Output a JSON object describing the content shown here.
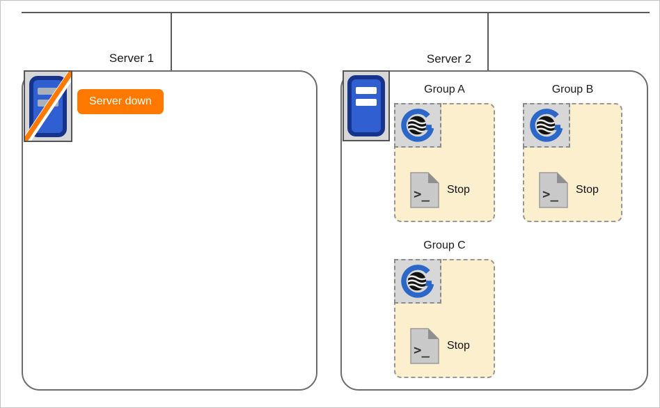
{
  "colors": {
    "connector_line": "#5a5a5a",
    "box_border": "#6b6b6b",
    "alert_orange": "#ff7800",
    "server_blue": "#2f5fd0",
    "server_blue_border": "#16348c",
    "group_background": "#fcefcd",
    "tile_background": "#d7d7d7",
    "logo_blue": "#2b66c9"
  },
  "network": {
    "server1": {
      "label": "Server 1",
      "status": "Server down"
    },
    "server2": {
      "label": "Server 2",
      "groups": [
        {
          "label": "Group A",
          "action": "Stop"
        },
        {
          "label": "Group B",
          "action": "Stop"
        },
        {
          "label": "Group C",
          "action": "Stop"
        }
      ]
    }
  },
  "icons": {
    "server_up": "server-icon",
    "server_down": "server-down-icon",
    "group_logo": "goodsync-logo-icon",
    "script": "script-icon"
  }
}
